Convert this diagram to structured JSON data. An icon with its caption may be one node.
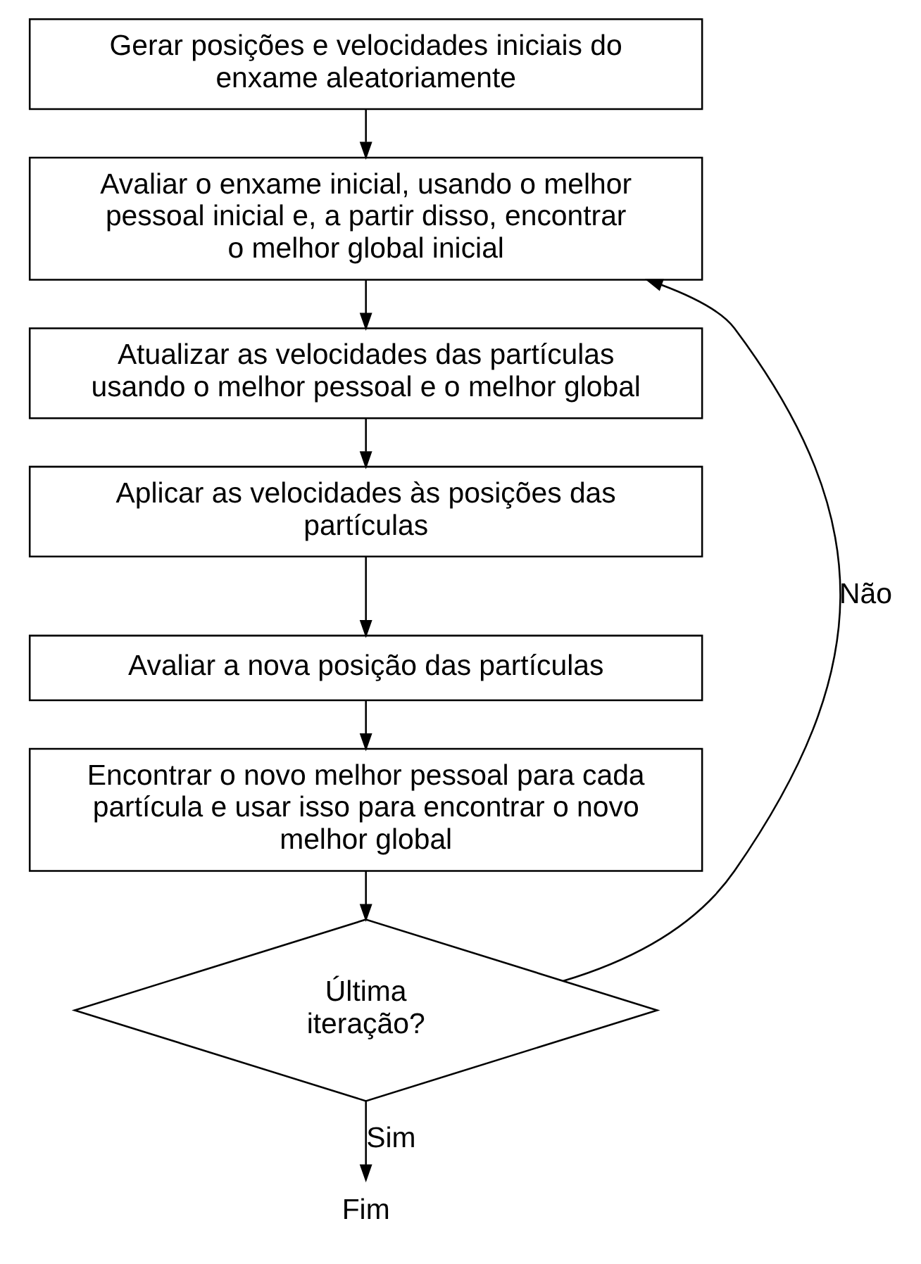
{
  "diagram": {
    "nodes": [
      {
        "text": [
          "Gerar posições e velocidades iniciais do enxame aleatoriamente"
        ]
      },
      {
        "text": [
          "Avaliar o enxame inicial, usando o melhor pessoal inicial e, a partir disso, encontrar o melhor global inicial"
        ]
      },
      {
        "text": [
          "Atualizar as velocidades das partículas usando o melhor pessoal e o melhor global"
        ]
      },
      {
        "text": [
          "Aplicar as velocidades às posições das partículas"
        ]
      },
      {
        "text": [
          "Avaliar a nova posição das partículas"
        ]
      },
      {
        "text": [
          "Encontrar o novo melhor pessoal para cada partícula e usar isso para encontrar o novo melhor global"
        ]
      },
      {
        "text": [
          "Última iteração?"
        ]
      },
      {
        "text": [
          "Fim"
        ]
      }
    ],
    "edges": [
      {
        "from": 0,
        "to": 1,
        "arrow": "to"
      },
      {
        "from": 1,
        "to": 2,
        "arrow": "to"
      },
      {
        "from": 2,
        "to": 3,
        "arrow": "to"
      },
      {
        "from": 3,
        "to": 4,
        "arrow": "to"
      },
      {
        "from": 4,
        "to": 5,
        "arrow": "to"
      },
      {
        "from": 5,
        "to": 6,
        "arrow": "to"
      },
      {
        "from": 6,
        "to": 7,
        "label": "Sim",
        "arrow": "to"
      },
      {
        "from": 6,
        "to": 1,
        "label": "Não",
        "arrow": "to"
      }
    ]
  }
}
